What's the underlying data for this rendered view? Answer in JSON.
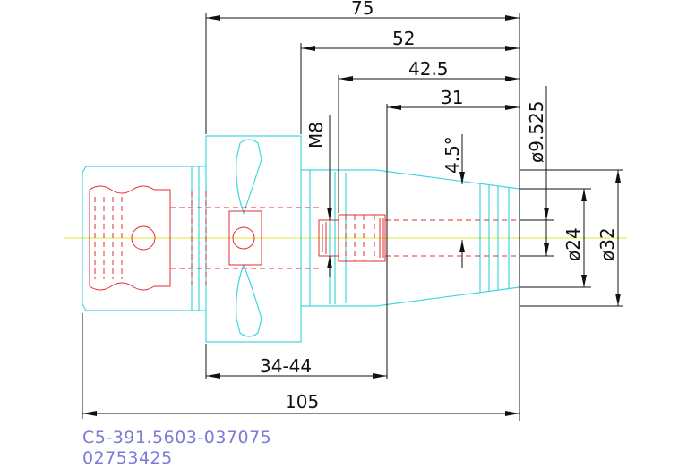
{
  "dimensions": {
    "d75": "75",
    "d52": "52",
    "d42_5": "42.5",
    "d31": "31",
    "dM8": "M8",
    "dAngle": "4.5°",
    "dDia9525": "ø9.525",
    "dDia24": "ø24",
    "dDia32": "ø32",
    "d34_44": "34-44",
    "d105": "105"
  },
  "caption": {
    "part_number": "C5-391.5603-037075",
    "code": "02753425"
  },
  "colors": {
    "outline": "#3fd6e0",
    "hidden": "#e03030",
    "dimension": "#111111",
    "centerline": "#e6e63a",
    "caption": "#7b7bd6"
  }
}
